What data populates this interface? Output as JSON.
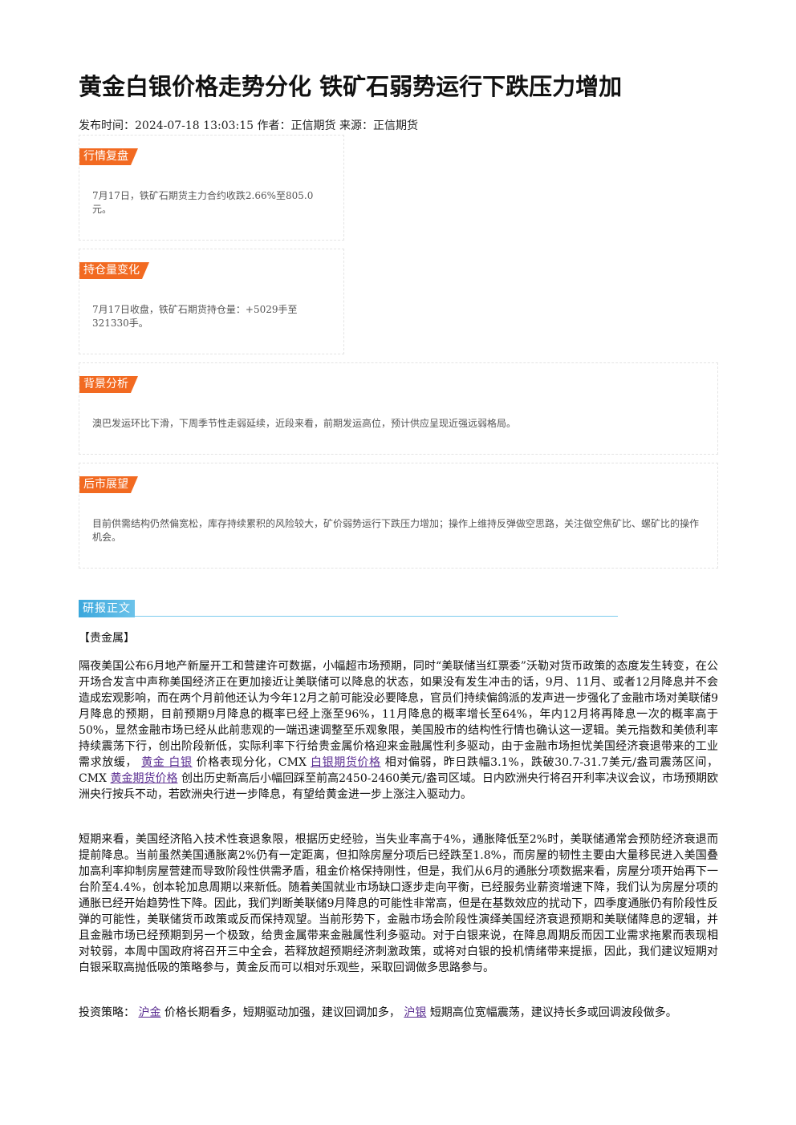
{
  "article": {
    "title": "黄金白银价格走势分化 铁矿石弱势运行下跌压力增加",
    "meta": "发布时间：2024-07-18 13:03:15 作者：正信期货 来源：正信期货"
  },
  "boxes": [
    {
      "tag": "行情复盘",
      "text": "7月17日，铁矿石期货主力合约收跌2.66%至805.0元。"
    },
    {
      "tag": "持仓量变化",
      "text": "7月17日收盘，铁矿石期货持仓量：+5029手至321330手。"
    },
    {
      "tag": "背景分析",
      "text": "澳巴发运环比下滑，下周季节性走弱延续，近段来看，前期发运高位，预计供应呈现近强远弱格局。"
    },
    {
      "tag": "后市展望",
      "text": "目前供需结构仍然偏宽松，库存持续累积的风险较大，矿价弱势运行下跌压力增加；操作上维持反弹做空思路，关注做空焦矿比、螺矿比的操作机会。"
    }
  ],
  "report": {
    "tag": "研报正文",
    "section": "【贵金属】",
    "p1": {
      "a": "隔夜美国公布6月地产新屋开工和营建许可数据，小幅超市场预期，同时“美联储当红票委”沃勒对货币政策的态度发生转变，在公开场合发言中声称美国经济正在更加接近让美联储可以降息的状态，如果没有发生冲击的话，9月、11月、或者12月降息并不会造成宏观影响，而在两个月前他还认为今年12月之前可能没必要降息，官员们持续偏鸽派的发声进一步强化了金融市场对美联储9月降息的预期，目前预期9月降息的概率已经上涨至96%，11月降息的概率增长至64%，年内12月将再降息一次的概率高于50%，显然金融市场已经从此前悲观的一端迅速调整至乐观象限，美国股市的结构性行情也确认这一逻辑。美元指数和美债利率持续震荡下行，创出阶段新低，实际利率下行给贵金属价格迎来金融属性利多驱动，由于金融市场担忧美国经济衰退带来的工业需求放缓，",
      "link1": "黄金 白银",
      "b": "价格表现分化，CMX",
      "link2": "白银期货价格",
      "c": "相对偏弱，昨日跌幅3.1%，跌破30.7-31.7美元/盎司震荡区间，CMX",
      "link3": "黄金期货价格",
      "d": "创出历史新高后小幅回踩至前高2450-2460美元/盎司区域。日内欧洲央行将召开利率决议会议，市场预期欧洲央行按兵不动，若欧洲央行进一步降息，有望给黄金进一步上涨注入驱动力。"
    },
    "p2": "短期来看，美国经济陷入技术性衰退象限，根据历史经验，当失业率高于4%，通胀降低至2%时，美联储通常会预防经济衰退而提前降息。当前虽然美国通胀离2%仍有一定距离，但扣除房屋分项后已经跌至1.8%，而房屋的韧性主要由大量移民进入美国叠加高利率抑制房屋营建而导致阶段性供需矛盾，租金价格保持刚性，但是，我们从6月的通胀分项数据来看，房屋分项开始再下一台阶至4.4%，创本轮加息周期以来新低。随着美国就业市场缺口逐步走向平衡，已经服务业薪资增速下降，我们认为房屋分项的通胀已经开始趋势性下降。因此，我们判断美联储9月降息的可能性非常高，但是在基数效应的扰动下，四季度通胀仍有阶段性反弹的可能性，美联储货币政策或反而保持观望。当前形势下，金融市场会阶段性演绎美国经济衰退预期和美联储降息的逻辑，并且金融市场已经预期到另一个极致，给贵金属带来金融属性利多驱动。对于白银来说，在降息周期反而因工业需求拖累而表现相对较弱，本周中国政府将召开三中全会，若释放超预期经济刺激政策，或将对白银的投机情绪带来提振，因此，我们建议短期对白银采取高抛低吸的策略参与，黄金反而可以相对乐观些，采取回调做多思路参与。",
    "p3": {
      "a": "投资策略：",
      "link1": "沪金",
      "b": "价格长期看多，短期驱动加强，建议回调加多，",
      "link2": "沪银",
      "c": "短期高位宽幅震荡，建议持长多或回调波段做多。"
    }
  }
}
